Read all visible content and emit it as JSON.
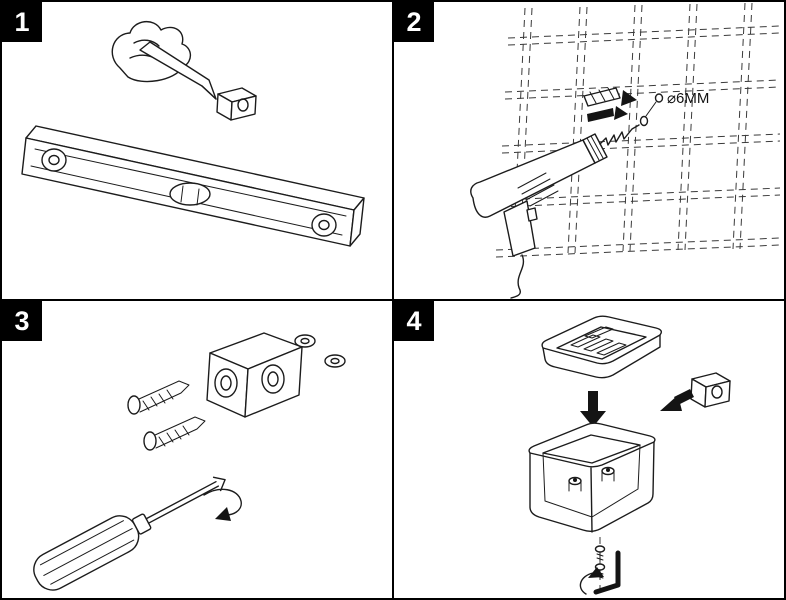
{
  "sheet": {
    "background": "#ffffff",
    "line_color": "#1c1c1c"
  },
  "steps": [
    {
      "number": "1",
      "illustration": "spirit-level-and-pencil-marking"
    },
    {
      "number": "2",
      "illustration": "drill-hole-in-tiled-wall",
      "annotation": "⌀6MM"
    },
    {
      "number": "3",
      "illustration": "fix-bracket-with-screws-and-screwdriver"
    },
    {
      "number": "4",
      "illustration": "assemble-soap-dish-holder-with-allen-key"
    }
  ]
}
